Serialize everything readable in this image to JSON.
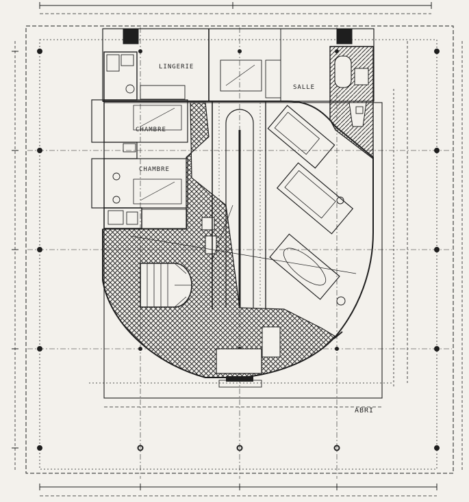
{
  "labels": {
    "lingerie": "LINGERIE",
    "salle": "SALLE",
    "chambre_1": "CHAMBRE",
    "chambre_2": "CHAMBRE",
    "abri": "ABRI"
  },
  "colors": {
    "paper": "#f3f1ec",
    "ink": "#1e1e1e",
    "hatch": "#2a2a2a",
    "dark_fill": "#6a6a6a"
  },
  "icons": {
    "column": "column-dot-icon",
    "dimension_tick": "dimension-tick-icon"
  }
}
